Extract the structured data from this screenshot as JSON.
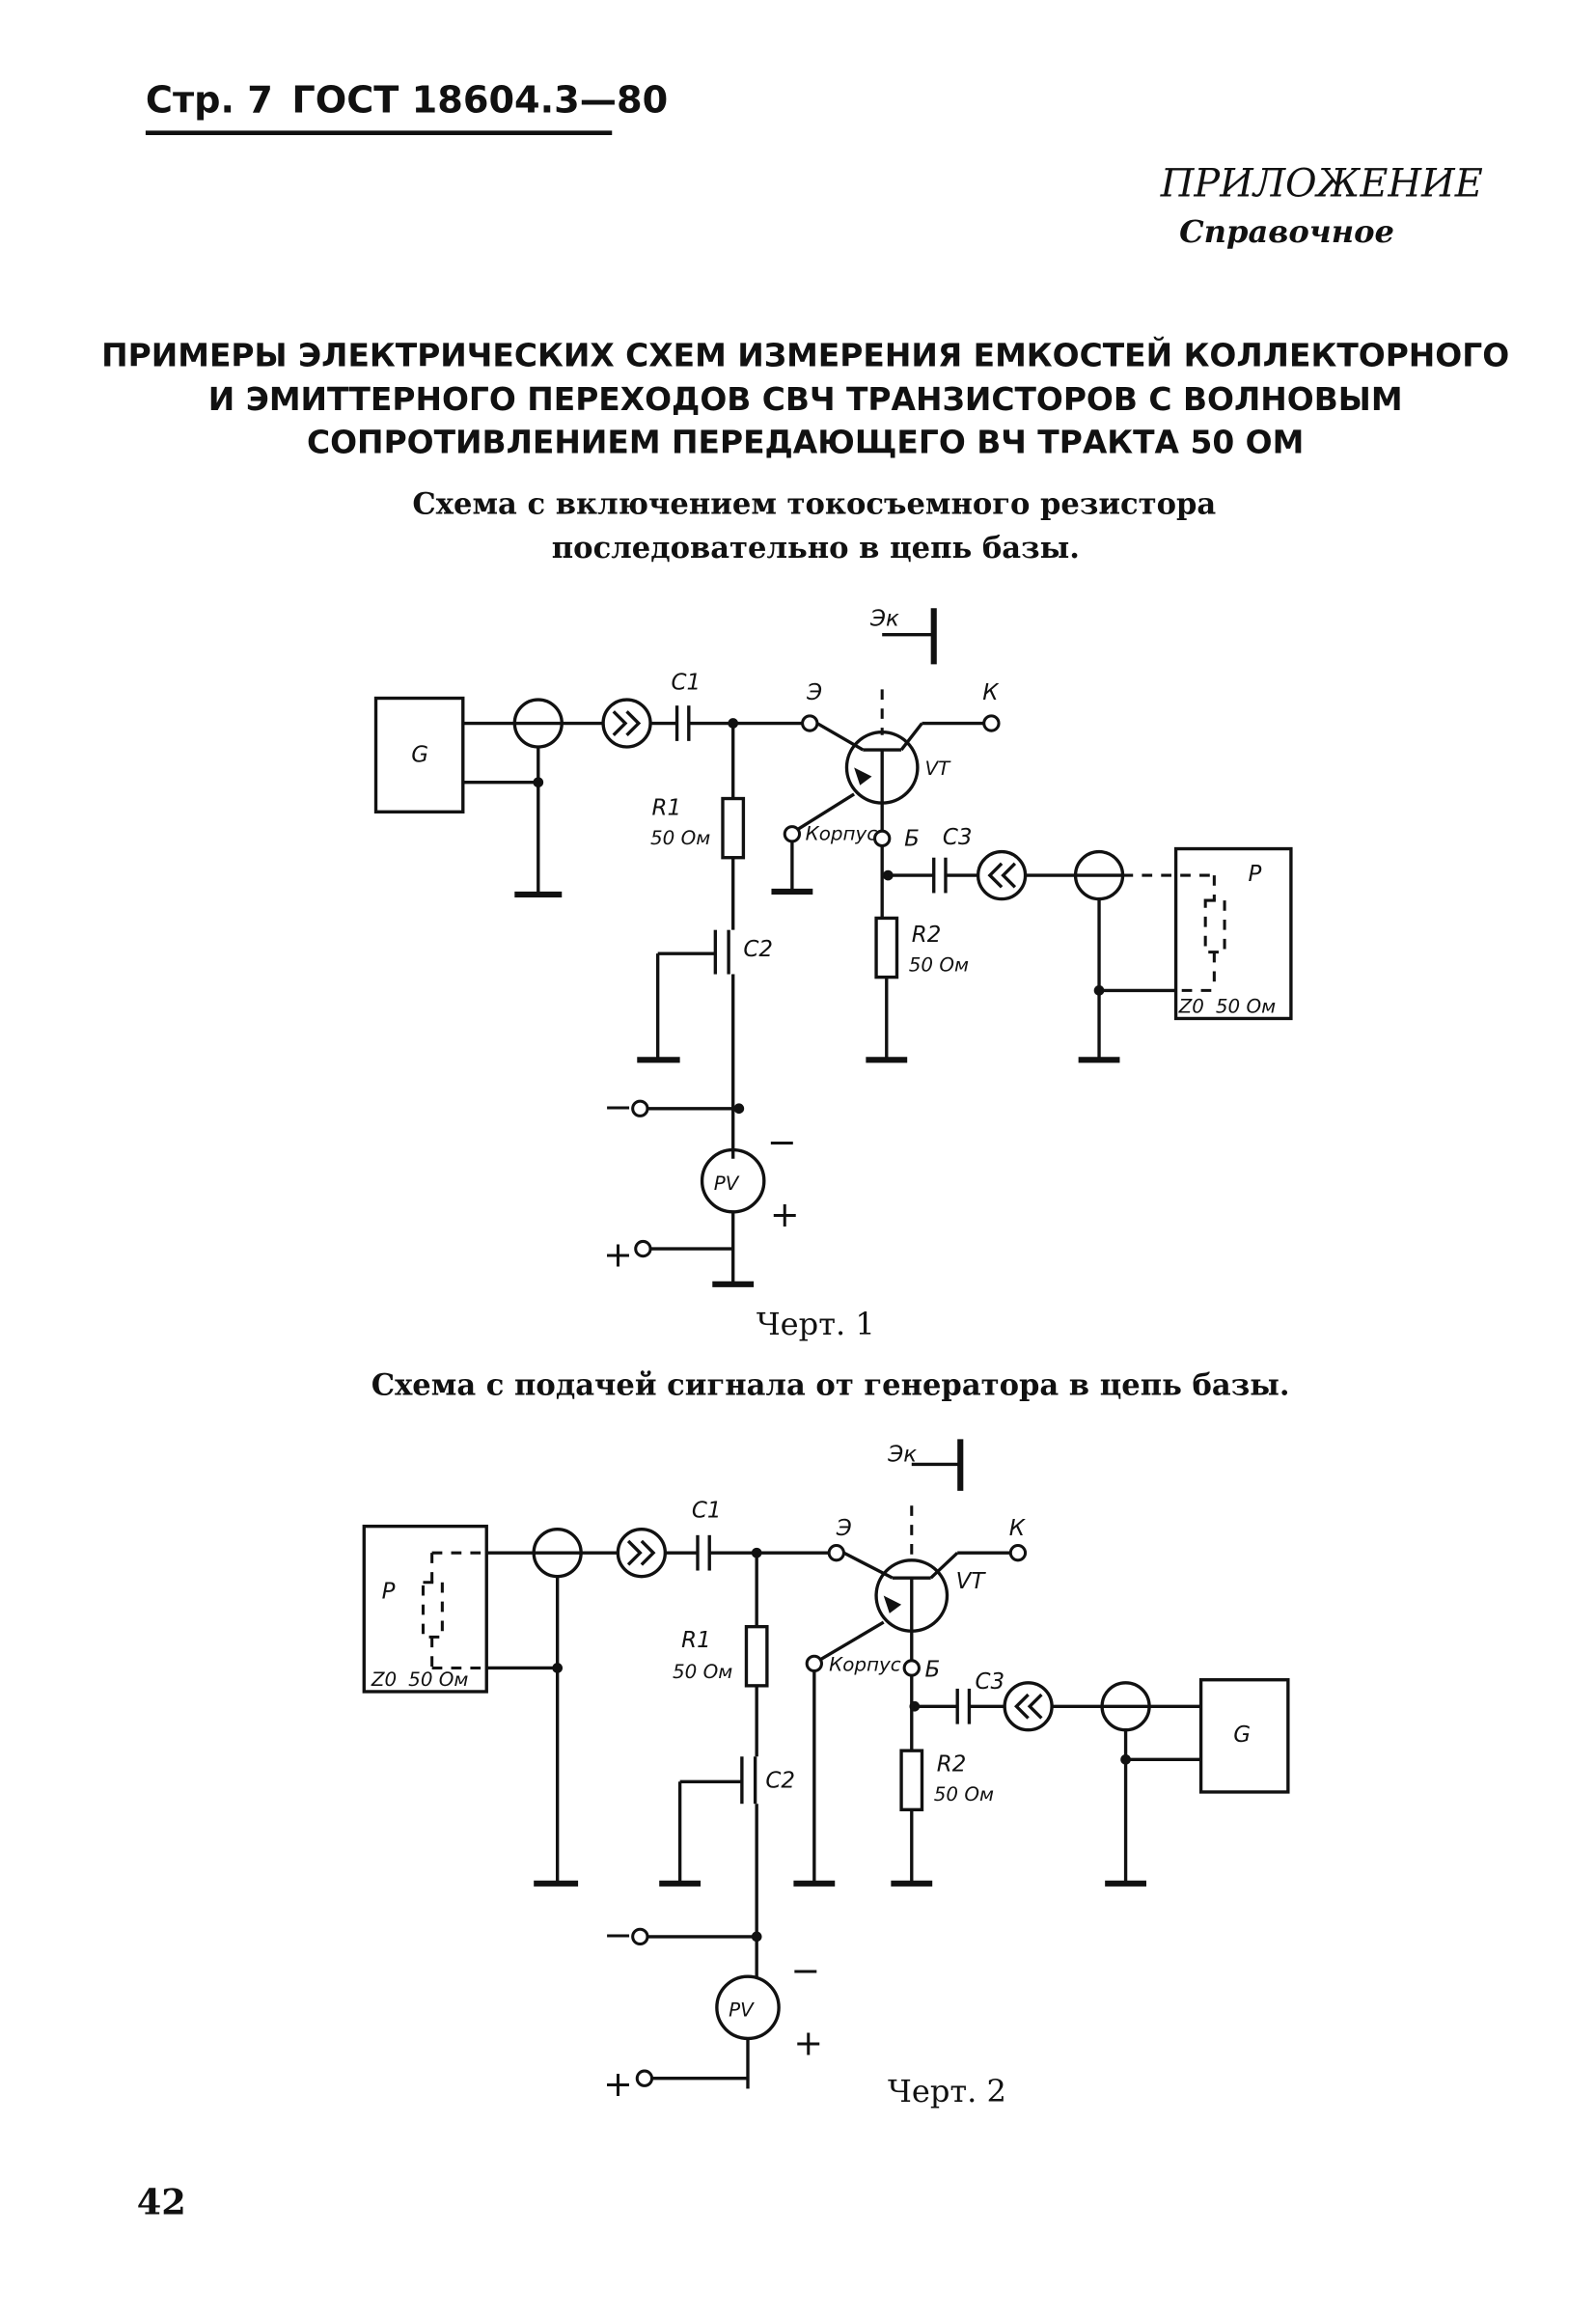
{
  "header": {
    "page_label": "Стр. 7",
    "standard": "ГОСТ 18604.3—80"
  },
  "appendix": {
    "title": "ПРИЛОЖЕНИЕ",
    "subtitle": "Справочное"
  },
  "heading": {
    "line1": "ПРИМЕРЫ ЭЛЕКТРИЧЕСКИХ СХЕМ ИЗМЕРЕНИЯ ЕМКОСТЕЙ КОЛЛЕКТОРНОГО",
    "line2": "И ЭМИТТЕРНОГО ПЕРЕХОДОВ СВЧ ТРАНЗИСТОРОВ С ВОЛНОВЫМ",
    "line3": "СОПРОТИВЛЕНИЕМ ПЕРЕДАЮЩЕГО ВЧ ТРАКТА 50 ОМ"
  },
  "figure1": {
    "caption_line1": "Схема с включением токосъемного резистора",
    "caption_line2": "последовательно в цепь базы.",
    "label": "Черт. 1",
    "labels": {
      "generator": "G",
      "c1": "C1",
      "e": "Э",
      "k": "К",
      "vt": "VT",
      "ek": "Эк",
      "r1": "R1",
      "r1_value": "50 Ом",
      "case": "Корпус",
      "b": "Б",
      "c3": "C3",
      "p": "P",
      "c2": "C2",
      "r2": "R2",
      "r2_value": "50 Ом",
      "z0": "Z0",
      "z0_value": "50 Ом",
      "pv": "PV",
      "minus": "−",
      "plus": "+"
    }
  },
  "figure2": {
    "caption": "Схема с подачей сигнала от генератора в цепь базы.",
    "label": "Черт. 2",
    "labels": {
      "p": "P",
      "z0": "Z0",
      "z0_value": "50 Ом",
      "c1": "C1",
      "e": "Э",
      "k": "К",
      "vt": "VT",
      "ek": "Эк",
      "r1": "R1",
      "r1_value": "50 Ом",
      "case": "Корпус",
      "b": "Б",
      "c3": "C3",
      "generator": "G",
      "c2": "C2",
      "r2": "R2",
      "r2_value": "50 Ом",
      "pv": "PV",
      "minus": "−",
      "plus": "+"
    }
  },
  "footer": {
    "page_number": "42"
  }
}
